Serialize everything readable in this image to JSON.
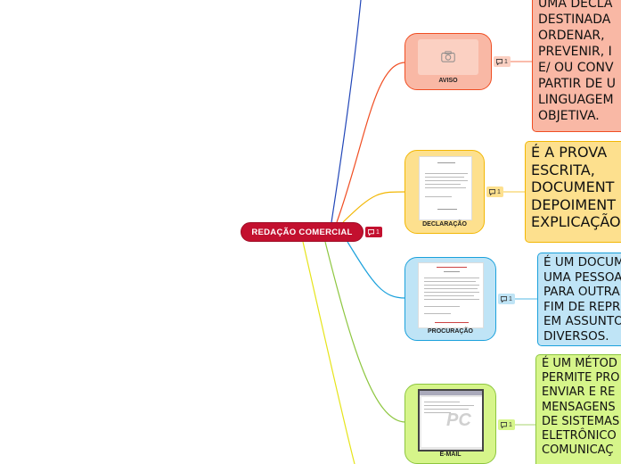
{
  "center": {
    "label": "REDAÇÃO COMERCIAL",
    "comments": "1"
  },
  "topics": [
    {
      "id": "aviso",
      "label": "AVISO",
      "comments": "1",
      "icon": "camera-icon",
      "note": "UMA DECLA\nDESTINADA\nORDENAR,\nPREVENIR, I\nE/ OU CONV\nPARTIR DE U\nLINGUAGEM\nOBJETIVA."
    },
    {
      "id": "declaracao",
      "label": "DECLARAÇÃO",
      "comments": "1",
      "icon": "document-thumbnail",
      "note": "É A PROVA\nESCRITA,\nDOCUMENT\nDEPOIMENT\nEXPLICAÇÃO"
    },
    {
      "id": "procuracao",
      "label": "PROCURAÇÃO",
      "comments": "1",
      "icon": "document-thumbnail",
      "note": "É UM DOCUM\nUMA PESSOA\nPARA OUTRA\nFIM DE REPR\nEM ASSUNTO\nDIVERSOS."
    },
    {
      "id": "email",
      "label": "E-MAIL",
      "comments": "1",
      "icon": "email-thumbnail",
      "note": "É UM MÉTOD\nPERMITE PRO\nENVIAR E RE\nMENSAGENS\nDE SISTEMAS\nELETRÔNICO\nCOMUNICAÇ"
    }
  ],
  "colors": {
    "center": "#c3102f",
    "aviso_fill": "#f9b8a5",
    "aviso_line": "#f04e23",
    "declaracao_fill": "#fde08e",
    "declaracao_line": "#f2b705",
    "procuracao_fill": "#bfe4f6",
    "procuracao_line": "#1ba1dc",
    "email_fill": "#d6f58a",
    "email_line": "#8dc63f",
    "top_line": "#2146b8",
    "bottom_line": "#e6e41a"
  }
}
